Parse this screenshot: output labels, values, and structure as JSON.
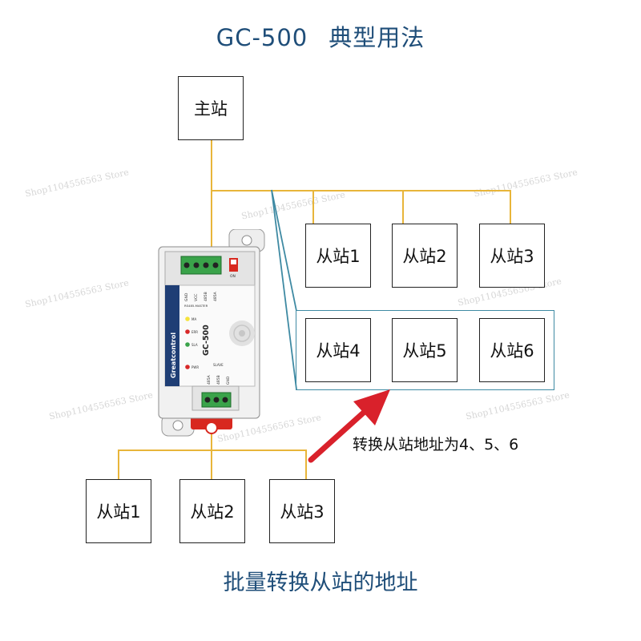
{
  "title": {
    "model": "GC-500",
    "subtitle": "典型用法"
  },
  "caption": "批量转换从站的地址",
  "master": {
    "label": "主站"
  },
  "top_slaves": [
    "从站1",
    "从站2",
    "从站3"
  ],
  "converted_slaves": [
    "从站4",
    "从站5",
    "从站6"
  ],
  "bottom_slaves": [
    "从站1",
    "从站2",
    "从站3"
  ],
  "annotation": "转换从站地址为4、5、6",
  "watermark": "Shop1104556563 Store",
  "device": {
    "brand": "Greatcontrol",
    "model": "GC-500",
    "pins_top": [
      "GND",
      "VCC",
      "485B",
      "485A"
    ],
    "group_top": "RS485-MASTER",
    "group_bottom": "SLAVE",
    "leds": [
      "MA",
      "ERR",
      "SLA",
      "PWR"
    ],
    "pins_bottom": [
      "485A",
      "485B",
      "GND"
    ],
    "switch_label": "ON"
  },
  "colors": {
    "title": "#1f4e79",
    "wire": "#e8b53a",
    "group_border": "#3f8aa3",
    "arrow": "#d9212b"
  }
}
